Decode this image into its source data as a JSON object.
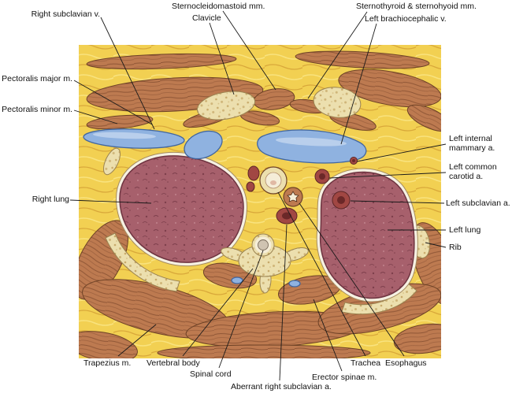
{
  "labels": {
    "sternocleidomastoid": {
      "text": "Sternocleidomastoid mm."
    },
    "clavicle": {
      "text": "Clavicle"
    },
    "sternothyroid_sternohyoid": {
      "text": "Sternothyroid & sternohyoid mm."
    },
    "left_brachiocephalic_v": {
      "text": "Left brachiocephalic v."
    },
    "right_subclavian_v": {
      "text": "Right subclavian v."
    },
    "pectoralis_major": {
      "text": "Pectoralis major m."
    },
    "pectoralis_minor": {
      "text": "Pectoralis minor m."
    },
    "right_lung": {
      "text": "Right lung"
    },
    "left_internal_mammary_a": {
      "text": "Left internal mammary a."
    },
    "left_common_carotid_a": {
      "text": "Left common carotid a."
    },
    "left_subclavian_a": {
      "text": "Left subclavian a."
    },
    "left_lung": {
      "text": "Left lung"
    },
    "rib": {
      "text": "Rib"
    },
    "trapezius_m": {
      "text": "Trapezius m."
    },
    "vertebral_body": {
      "text": "Vertebral body"
    },
    "spinal_cord": {
      "text": "Spinal cord"
    },
    "aberrant_right_subclavian_a": {
      "text": "Aberrant right subclavian a."
    },
    "erector_spinae_m": {
      "text": "Erector spinae m."
    },
    "trachea": {
      "text": "Trachea"
    },
    "esophagus": {
      "text": "Esophagus"
    }
  },
  "colors": {
    "fat": "#f2d052",
    "fatLine": "#d9a83a",
    "fatLight": "#f9e37e",
    "muscle": "#bd7a50",
    "muscleLine": "#8f5636",
    "muscleEdge": "#6e4226",
    "bone": "#ecdfae",
    "boneDot": "#c8aa6b",
    "boneEdge": "#9b8350",
    "vein": "#8fb2e0",
    "veinEdge": "#41669f",
    "veinLight": "#c3d6ef",
    "artery": "#a14743",
    "arteryEdge": "#5d2626",
    "arteryLumen": "#6b2828",
    "lung": "#a7606c",
    "lungDot": "#7e3f4c",
    "lungLight": "#bc7e88",
    "lungEdge": "#6e3340",
    "pleura": "#f6f1e2",
    "pleuraEdge": "#a58c5e",
    "canal": "#f5edd8",
    "cord": "#cfc3b1",
    "leader": "#1a1a1a"
  }
}
